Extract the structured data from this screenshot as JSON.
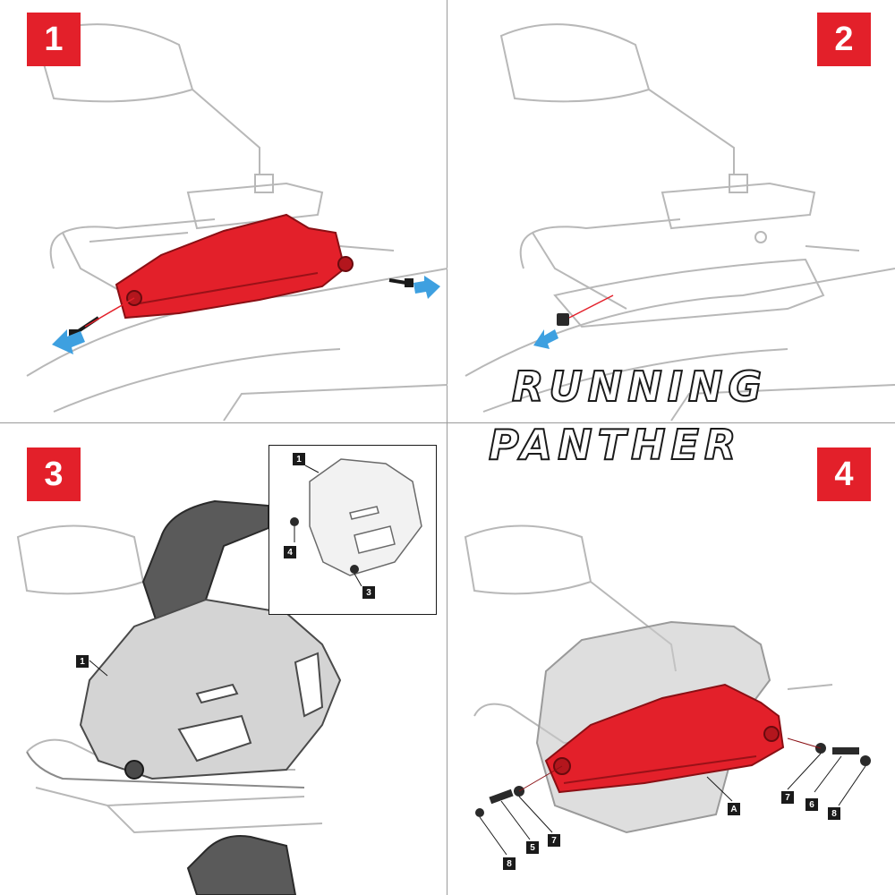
{
  "steps": [
    {
      "number": "1"
    },
    {
      "number": "2"
    },
    {
      "number": "3"
    },
    {
      "number": "4"
    }
  ],
  "watermark": {
    "line1": "RUNNING",
    "line2": "PANTHER"
  },
  "callouts": {
    "step3": {
      "main": "1",
      "inset_top": "1",
      "inset_left": "4",
      "inset_right": "3"
    },
    "step4": {
      "a": "A",
      "p7a": "7",
      "p6": "6",
      "p8a": "8",
      "p7b": "7",
      "p5": "5",
      "p8b": "8"
    }
  },
  "colors": {
    "badge": "#e3202a",
    "guard": "#e3202a",
    "arrow": "#3ea0e0",
    "hand": "#5a5a5a"
  },
  "icons": [
    "arrow-right-icon",
    "arrow-left-icon",
    "screw-icon",
    "washer-icon",
    "bolt-icon"
  ]
}
